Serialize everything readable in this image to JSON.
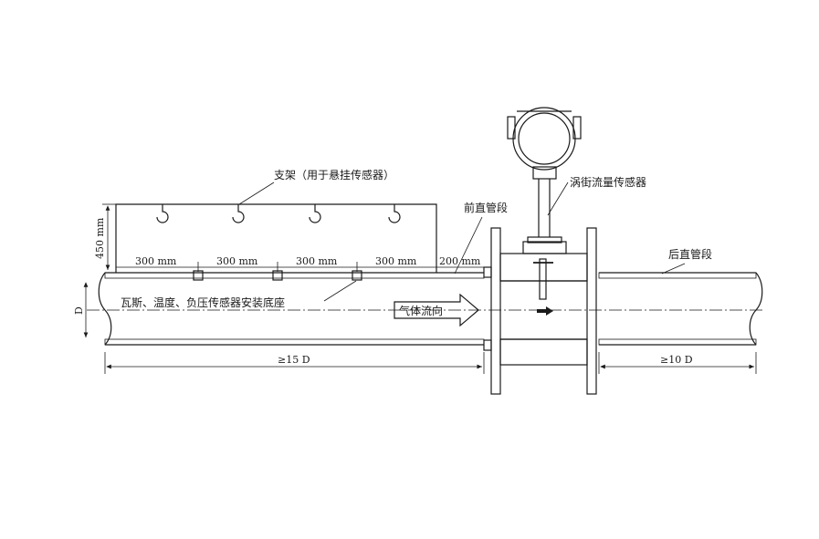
{
  "labels": {
    "bracket": "支架（用于悬挂传感器）",
    "front_section": "前直管段",
    "vortex_sensor": "涡街流量传感器",
    "rear_section": "后直管段",
    "sensor_bases": "瓦斯、温度、负压传感器安装底座",
    "gas_flow": "气体流向"
  },
  "dimensions": {
    "bracket_height": "450 mm",
    "spacing_1": "300 mm",
    "spacing_2": "300 mm",
    "spacing_3": "300 mm",
    "spacing_4": "300 mm",
    "offset": "200 mm",
    "diameter": "D",
    "upstream_length": "≥15 D",
    "downstream_length": "≥10 D"
  }
}
